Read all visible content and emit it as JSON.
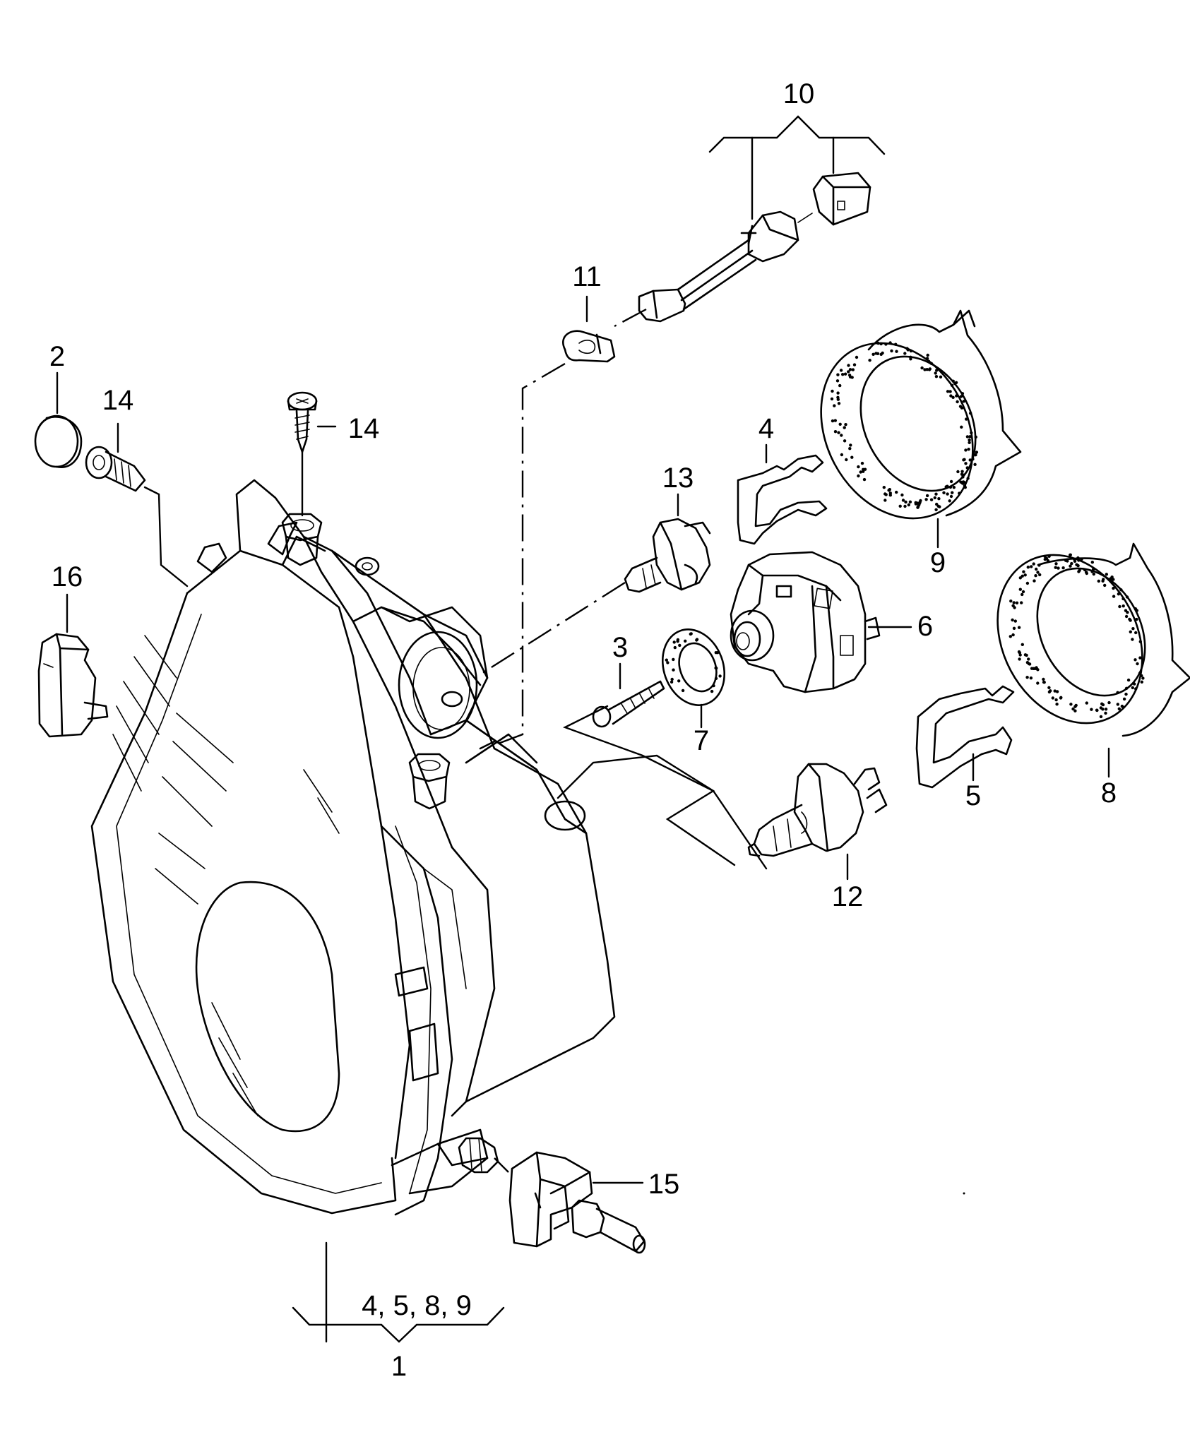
{
  "callouts": {
    "c1": "1",
    "c2": "2",
    "c3": "3",
    "c4": "4",
    "c5": "5",
    "c6": "6",
    "c7": "7",
    "c8": "8",
    "c9": "9",
    "c10": "10",
    "c11": "11",
    "c12": "12",
    "c13": "13",
    "c14a": "14",
    "c14b": "14",
    "c15": "15",
    "c16": "16",
    "kit": "4, 5, 8, 9"
  },
  "icons": {
    "headlight": "headlight-housing-icon",
    "bulb_h4": "h4-bulb-icon",
    "bulb_h7": "h7-bulb-icon",
    "bulb_w5w": "w5w-bulb-icon",
    "actuator": "range-actuator-icon",
    "cap": "dust-cap-ring-icon",
    "clip": "spring-clip-icon",
    "connector": "connector-icon",
    "screw": "screw-icon",
    "seal": "seal-ring-icon"
  }
}
